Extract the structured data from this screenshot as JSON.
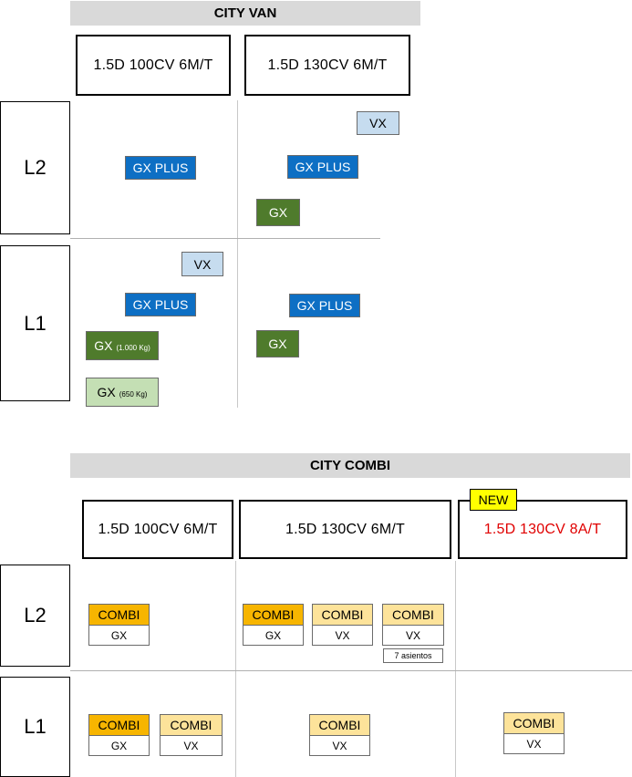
{
  "city_van": {
    "title": "CITY VAN",
    "engines": [
      "1.5D 100CV  6M/T",
      "1.5D 130CV  6M/T"
    ],
    "rows": [
      "L2",
      "L1"
    ],
    "l2_100": {
      "gx_plus": "GX PLUS"
    },
    "l2_130": {
      "vx": "VX",
      "gx_plus": "GX PLUS",
      "gx": "GX"
    },
    "l1_100": {
      "vx": "VX",
      "gx_plus": "GX PLUS",
      "gx_1000": "GX",
      "gx_1000_note": "(1.000 Kg)",
      "gx_650": "GX",
      "gx_650_note": "(650 Kg)"
    },
    "l1_130": {
      "gx_plus": "GX PLUS",
      "gx": "GX"
    },
    "colors": {
      "gx_plus": "#0d6fc4",
      "gx": "#4f7b2c",
      "gx_650": "#c4dfb4",
      "vx": "#c6dcef"
    }
  },
  "city_combi": {
    "title": "CITY COMBI",
    "engines": [
      "1.5D 100CV  6M/T",
      "1.5D 130CV  6M/T",
      "1.5D 130CV  8A/T"
    ],
    "new_badge": "NEW",
    "rows": [
      "L2",
      "L1"
    ],
    "combi_label": "COMBI",
    "l2_100": [
      "GX"
    ],
    "l2_130": [
      "GX",
      "VX",
      "VX"
    ],
    "l2_130_note": "7 asientos",
    "l1_100": [
      "GX",
      "VX"
    ],
    "l1_130": [
      "VX"
    ],
    "l1_8at": [
      "VX"
    ],
    "colors": {
      "orange": "#f7b500",
      "yellow": "#fde39a",
      "new": "#ffff00",
      "automatic_text": "#e00000"
    }
  }
}
